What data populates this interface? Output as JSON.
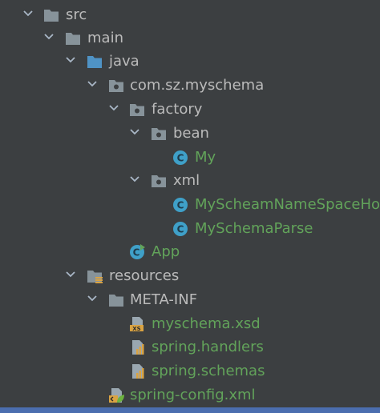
{
  "tree": [
    {
      "label": "src",
      "icon": "folder-icon",
      "expanded": true,
      "color": "default"
    },
    {
      "label": "main",
      "icon": "folder-icon",
      "expanded": true,
      "color": "default"
    },
    {
      "label": "java",
      "icon": "source-folder-icon",
      "expanded": true,
      "color": "default"
    },
    {
      "label": "com.sz.myschema",
      "icon": "package-icon",
      "expanded": true,
      "color": "default"
    },
    {
      "label": "factory",
      "icon": "package-icon",
      "expanded": true,
      "color": "default"
    },
    {
      "label": "bean",
      "icon": "package-icon",
      "expanded": true,
      "color": "default"
    },
    {
      "label": "My",
      "icon": "class-icon",
      "expanded": null,
      "color": "green"
    },
    {
      "label": "xml",
      "icon": "package-icon",
      "expanded": true,
      "color": "default"
    },
    {
      "label": "MyScheamNameSpaceHo",
      "icon": "class-icon",
      "expanded": null,
      "color": "green"
    },
    {
      "label": "MySchemaParse",
      "icon": "class-icon",
      "expanded": null,
      "color": "green"
    },
    {
      "label": "App",
      "icon": "runnable-class-icon",
      "expanded": null,
      "color": "green"
    },
    {
      "label": "resources",
      "icon": "resources-folder-icon",
      "expanded": true,
      "color": "default"
    },
    {
      "label": "META-INF",
      "icon": "folder-icon",
      "expanded": true,
      "color": "default"
    },
    {
      "label": "myschema.xsd",
      "icon": "xsd-file-icon",
      "expanded": null,
      "color": "green"
    },
    {
      "label": "spring.handlers",
      "icon": "properties-file-icon",
      "expanded": null,
      "color": "green"
    },
    {
      "label": "spring.schemas",
      "icon": "properties-file-icon",
      "expanded": null,
      "color": "green"
    },
    {
      "label": "spring-config.xml",
      "icon": "spring-xml-icon",
      "expanded": null,
      "color": "green"
    }
  ],
  "colors": {
    "background": "#3c3f41",
    "text": "#bbbbbb",
    "vcs_added": "#62a35a",
    "selection": "#4b6eaf",
    "folder": "#87939a",
    "source_folder": "#4f93c5",
    "class_icon": "#3fa0c8"
  }
}
